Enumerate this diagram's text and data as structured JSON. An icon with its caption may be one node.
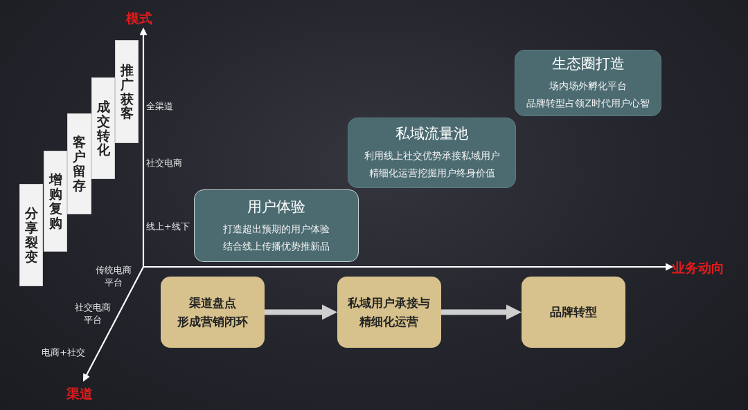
{
  "diagram": {
    "nodes": [
      {
        "text": [
          "分享裂变"
        ]
      },
      {
        "text": [
          "增购复购"
        ]
      },
      {
        "text": [
          "客户留存"
        ]
      },
      {
        "text": [
          "成交转化"
        ]
      },
      {
        "text": [
          "推广获客"
        ]
      },
      {
        "text": [
          "用户体验",
          "打造超出预期的用户体验",
          "结合线上传播优势推新品"
        ]
      },
      {
        "text": [
          "私域流量池",
          "利用线上社交优势承接私域用户",
          "精细化运营挖掘用户终身价值"
        ]
      },
      {
        "text": [
          "生态圈打造",
          "场内场外孵化平台",
          "品牌转型占领Z时代用户心智"
        ]
      },
      {
        "text": [
          "渠道盘点",
          "形成营销闭环"
        ]
      },
      {
        "text": [
          "私域用户承接与精细化运营"
        ]
      },
      {
        "text": [
          "品牌转型"
        ]
      }
    ],
    "edges": [
      {
        "from": 8,
        "to": 9,
        "arrow": "to"
      },
      {
        "from": 9,
        "to": 10,
        "arrow": "to"
      }
    ],
    "labels": [
      "模式",
      "全渠道",
      "社交电商",
      "线上+线下",
      "业务动向",
      "传统电商平台",
      "社交电商平台",
      "电商+社交",
      "渠道"
    ]
  }
}
